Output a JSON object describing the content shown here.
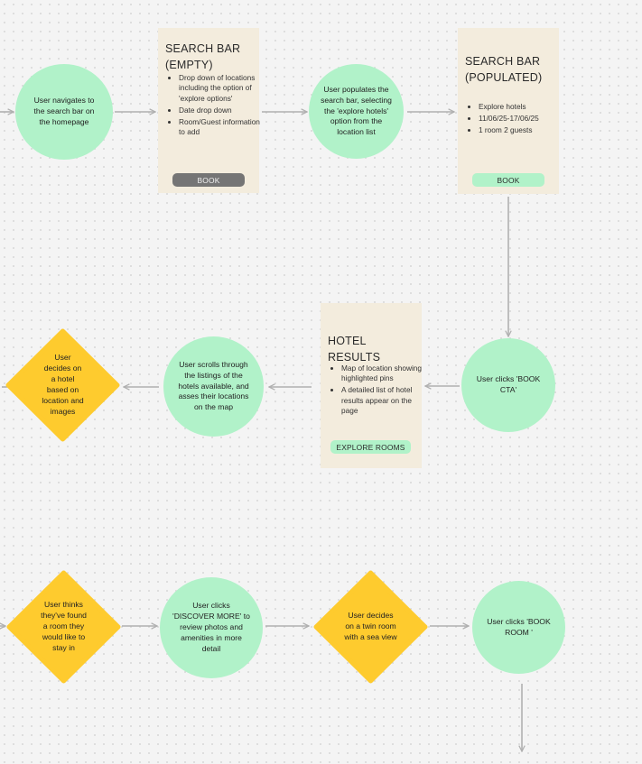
{
  "colors": {
    "circle": "#b1f2c9",
    "diamond": "#fecb2e",
    "card": "#f3ecdd",
    "button_dark": "#757575",
    "button_green": "#b1f2c9",
    "arrow": "#b0b0b0"
  },
  "nodes": {
    "navigate": "User navigates to the search bar on the homepage",
    "populates": "User populates the search bar, selecting the 'explore hotels' option from the location list",
    "clicks_book_cta": "User clicks 'BOOK CTA'",
    "scrolls": "User scrolls through the listings of the hotels available, and asses their locations on the map",
    "decides_hotel": "User decides on a hotel based on location and images",
    "thinks_room": "User thinks they've found a room they would like to stay in",
    "discover_more": "User clicks 'DISCOVER MORE' to review photos and amenities in more detail",
    "decides_twin": "User decides on a twin room with a sea view",
    "clicks_book_room": "User clicks 'BOOK ROOM '"
  },
  "cards": {
    "search_empty": {
      "title": "SEARCH BAR (EMPTY)",
      "bullets": [
        "Drop down of locations including the option of 'explore options'",
        "Date drop down",
        "Room/Guest information to add"
      ],
      "button": "BOOK"
    },
    "search_populated": {
      "title": "SEARCH BAR (POPULATED)",
      "bullets": [
        "Explore hotels",
        "11/06/25-17/06/25",
        "1 room 2 guests"
      ],
      "button": "BOOK"
    },
    "hotel_results": {
      "title": "HOTEL RESULTS",
      "bullets": [
        "Map of location showing highlighted pins",
        "A detailed list of hotel results appear on the page"
      ],
      "button": "EXPLORE ROOMS"
    }
  }
}
